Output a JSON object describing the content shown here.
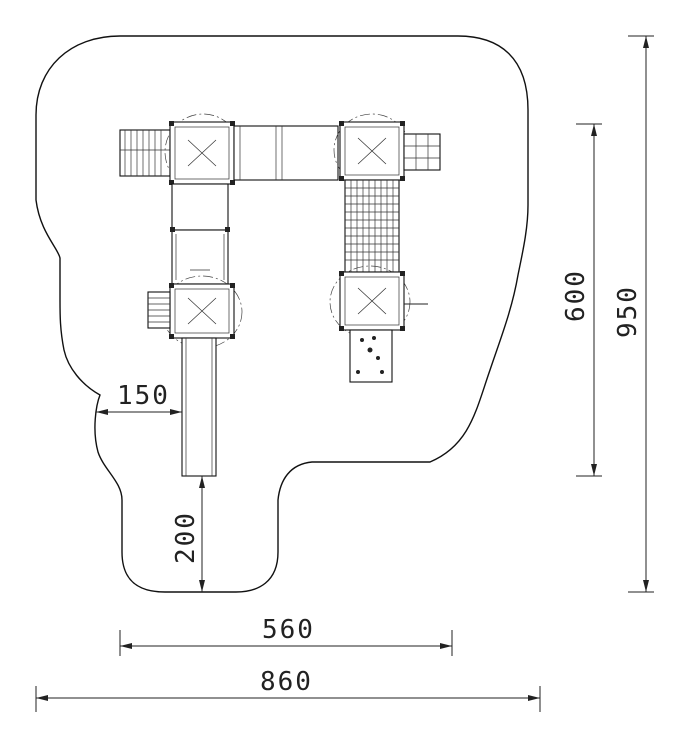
{
  "dimensions": {
    "overall_width": "860",
    "width": "560",
    "overall_depth": "950",
    "depth": "600",
    "side_clearance": "150",
    "end_clearance": "200"
  },
  "colors": {
    "line": "#111111",
    "background": "#ffffff"
  }
}
